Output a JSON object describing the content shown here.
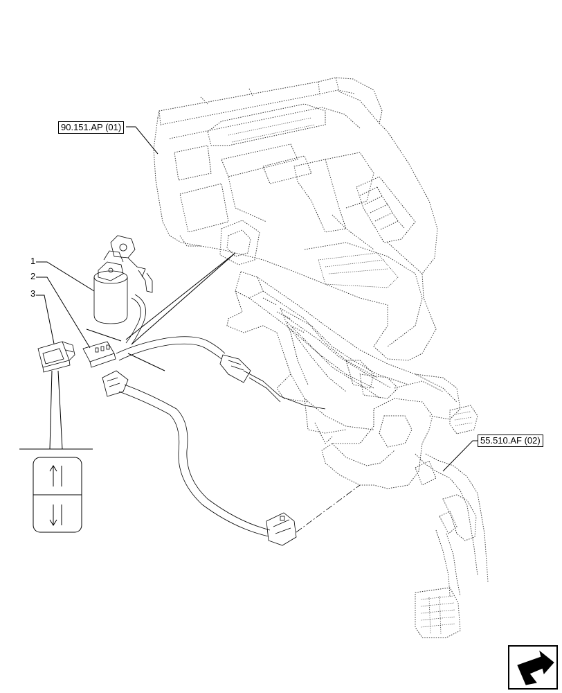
{
  "references": {
    "upper": "90.151.AP (01)",
    "lower": "55.510.AF (02)"
  },
  "callouts": [
    "1",
    "2",
    "3"
  ],
  "icons": {
    "switch_detail": "rocker-switch-up-down-arrows-icon",
    "navigation": "return-arrow-icon"
  }
}
